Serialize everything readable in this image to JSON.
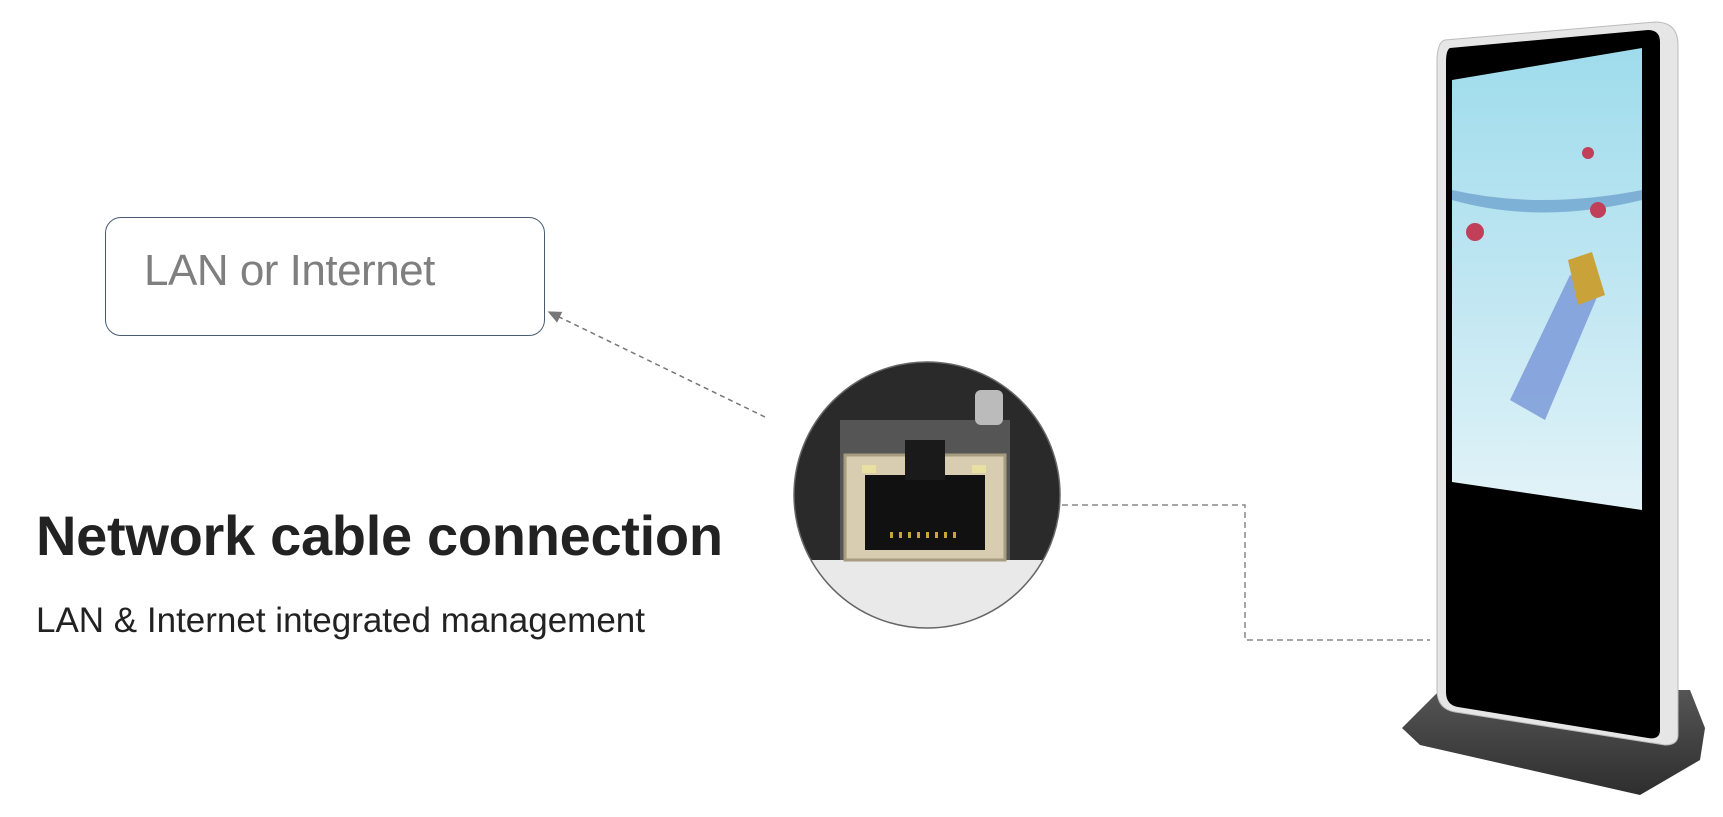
{
  "network_box": {
    "label": "LAN or Internet"
  },
  "heading": "Network cable connection",
  "subheading": "LAN & Internet integrated management",
  "colors": {
    "box_border": "#4a5d70",
    "box_text": "#7f7f7f",
    "heading": "#222222",
    "dashed_line": "#888888"
  },
  "images": {
    "connector": "rj45-port-closeup",
    "device": "floor-standing-digital-signage-kiosk"
  }
}
